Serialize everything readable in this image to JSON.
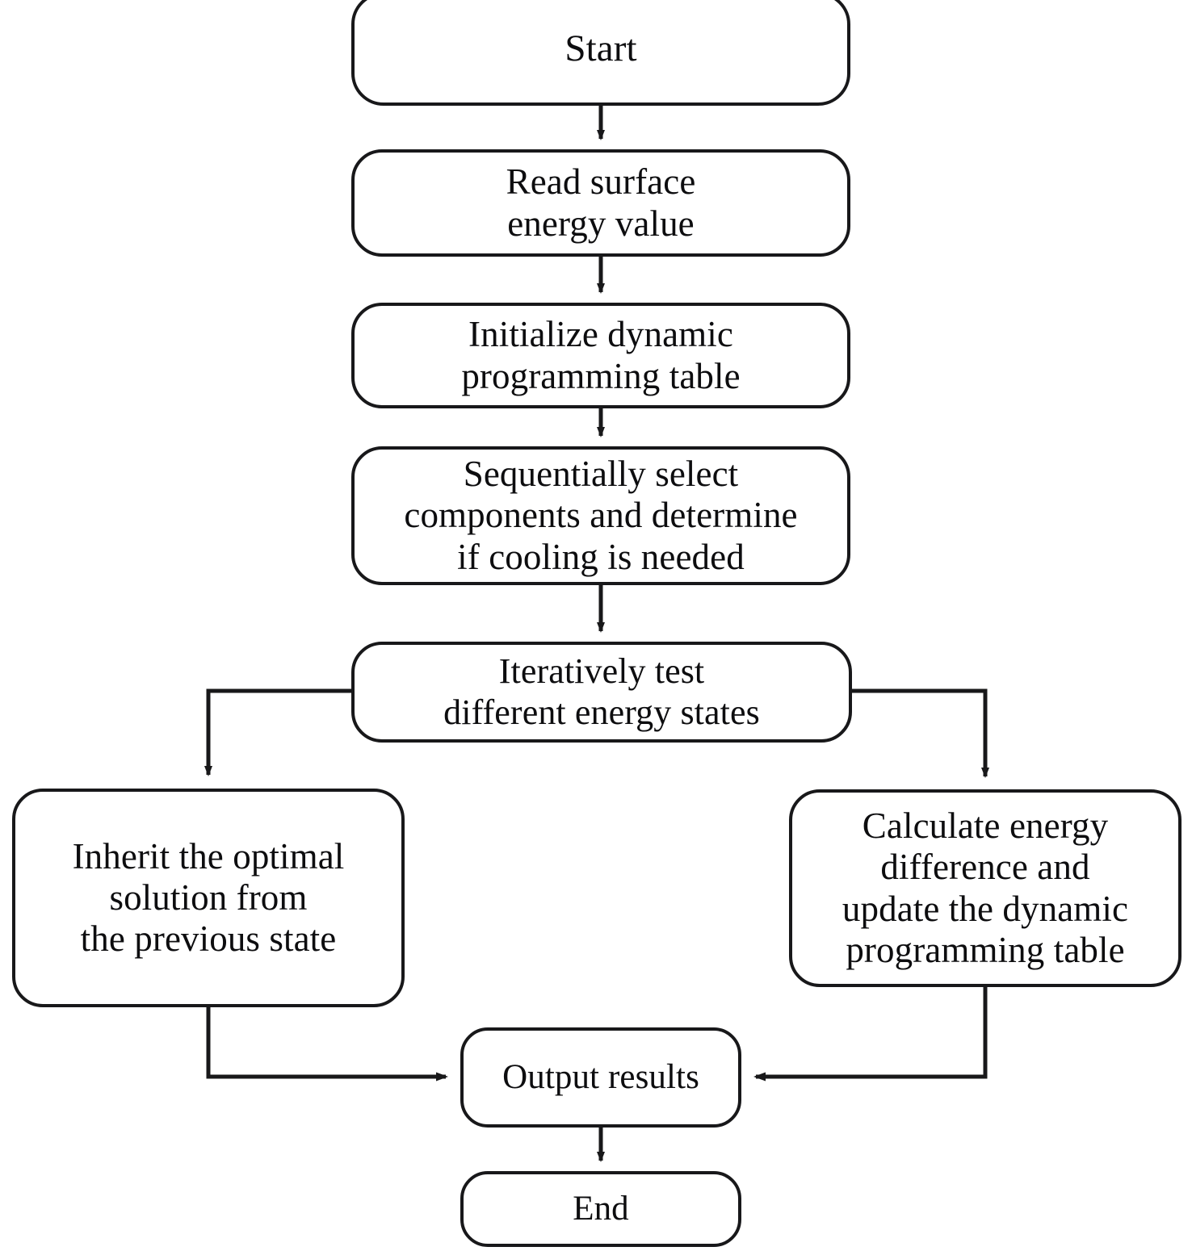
{
  "diagram": {
    "title": "Dynamic programming surface-energy flowchart",
    "stroke_color": "#18181a",
    "fill_color": "#ffffff",
    "text_color": "#0d0d0f",
    "nodes": {
      "start": "Start",
      "read": "Read surface\nenergy value",
      "init": "Initialize dynamic\nprogramming table",
      "sequential": "Sequentially select\ncomponents and determine\nif cooling is needed",
      "iterate": "Iteratively test\ndifferent energy states",
      "inherit": "Inherit the optimal\nsolution from\nthe previous state",
      "calculate": "Calculate energy\ndifference and\nupdate the dynamic\nprogramming table",
      "output": "Output results",
      "end": "End"
    },
    "edges": [
      {
        "from": "start",
        "to": "read",
        "label": ""
      },
      {
        "from": "read",
        "to": "init",
        "label": ""
      },
      {
        "from": "init",
        "to": "sequential",
        "label": ""
      },
      {
        "from": "sequential",
        "to": "iterate",
        "label": ""
      },
      {
        "from": "iterate",
        "to": "inherit",
        "label": ""
      },
      {
        "from": "iterate",
        "to": "calculate",
        "label": ""
      },
      {
        "from": "inherit",
        "to": "output",
        "label": ""
      },
      {
        "from": "calculate",
        "to": "output",
        "label": ""
      },
      {
        "from": "output",
        "to": "end",
        "label": ""
      }
    ]
  }
}
